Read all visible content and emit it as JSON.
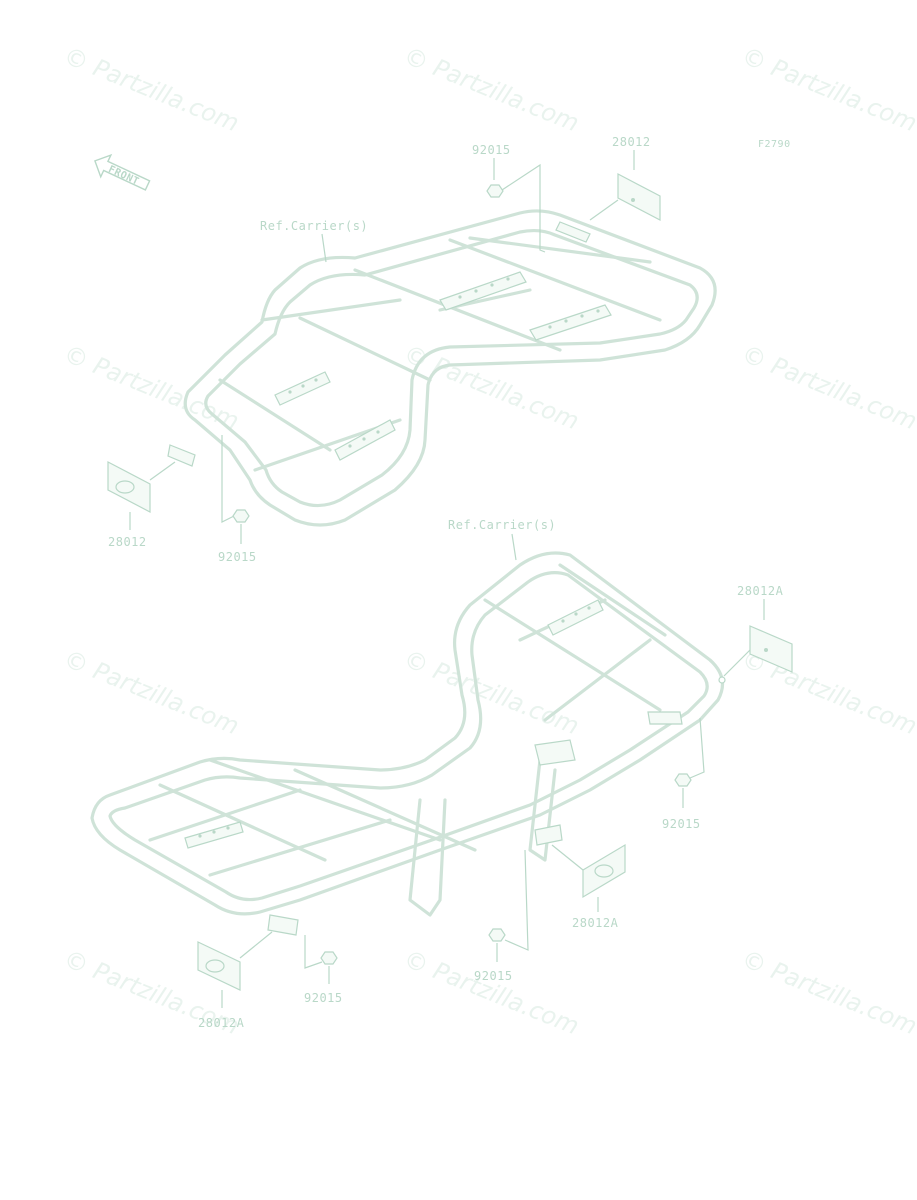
{
  "diagram": {
    "code": "F2790",
    "front_arrow_text": "FRONT",
    "watermark_text": "© Partzilla.com",
    "upper_carrier": {
      "ref_label": "Ref.Carrier(s)",
      "callouts": [
        {
          "id": "u1",
          "text": "92015"
        },
        {
          "id": "u2",
          "text": "28012"
        },
        {
          "id": "u3",
          "text": "28012"
        },
        {
          "id": "u4",
          "text": "92015"
        }
      ]
    },
    "lower_carrier": {
      "ref_label": "Ref.Carrier(s)",
      "callouts": [
        {
          "id": "l1",
          "text": "28012A"
        },
        {
          "id": "l2",
          "text": "92015"
        },
        {
          "id": "l3",
          "text": "28012A"
        },
        {
          "id": "l4",
          "text": "92015"
        },
        {
          "id": "l5",
          "text": "92015"
        },
        {
          "id": "l6",
          "text": "28012A"
        }
      ]
    }
  }
}
